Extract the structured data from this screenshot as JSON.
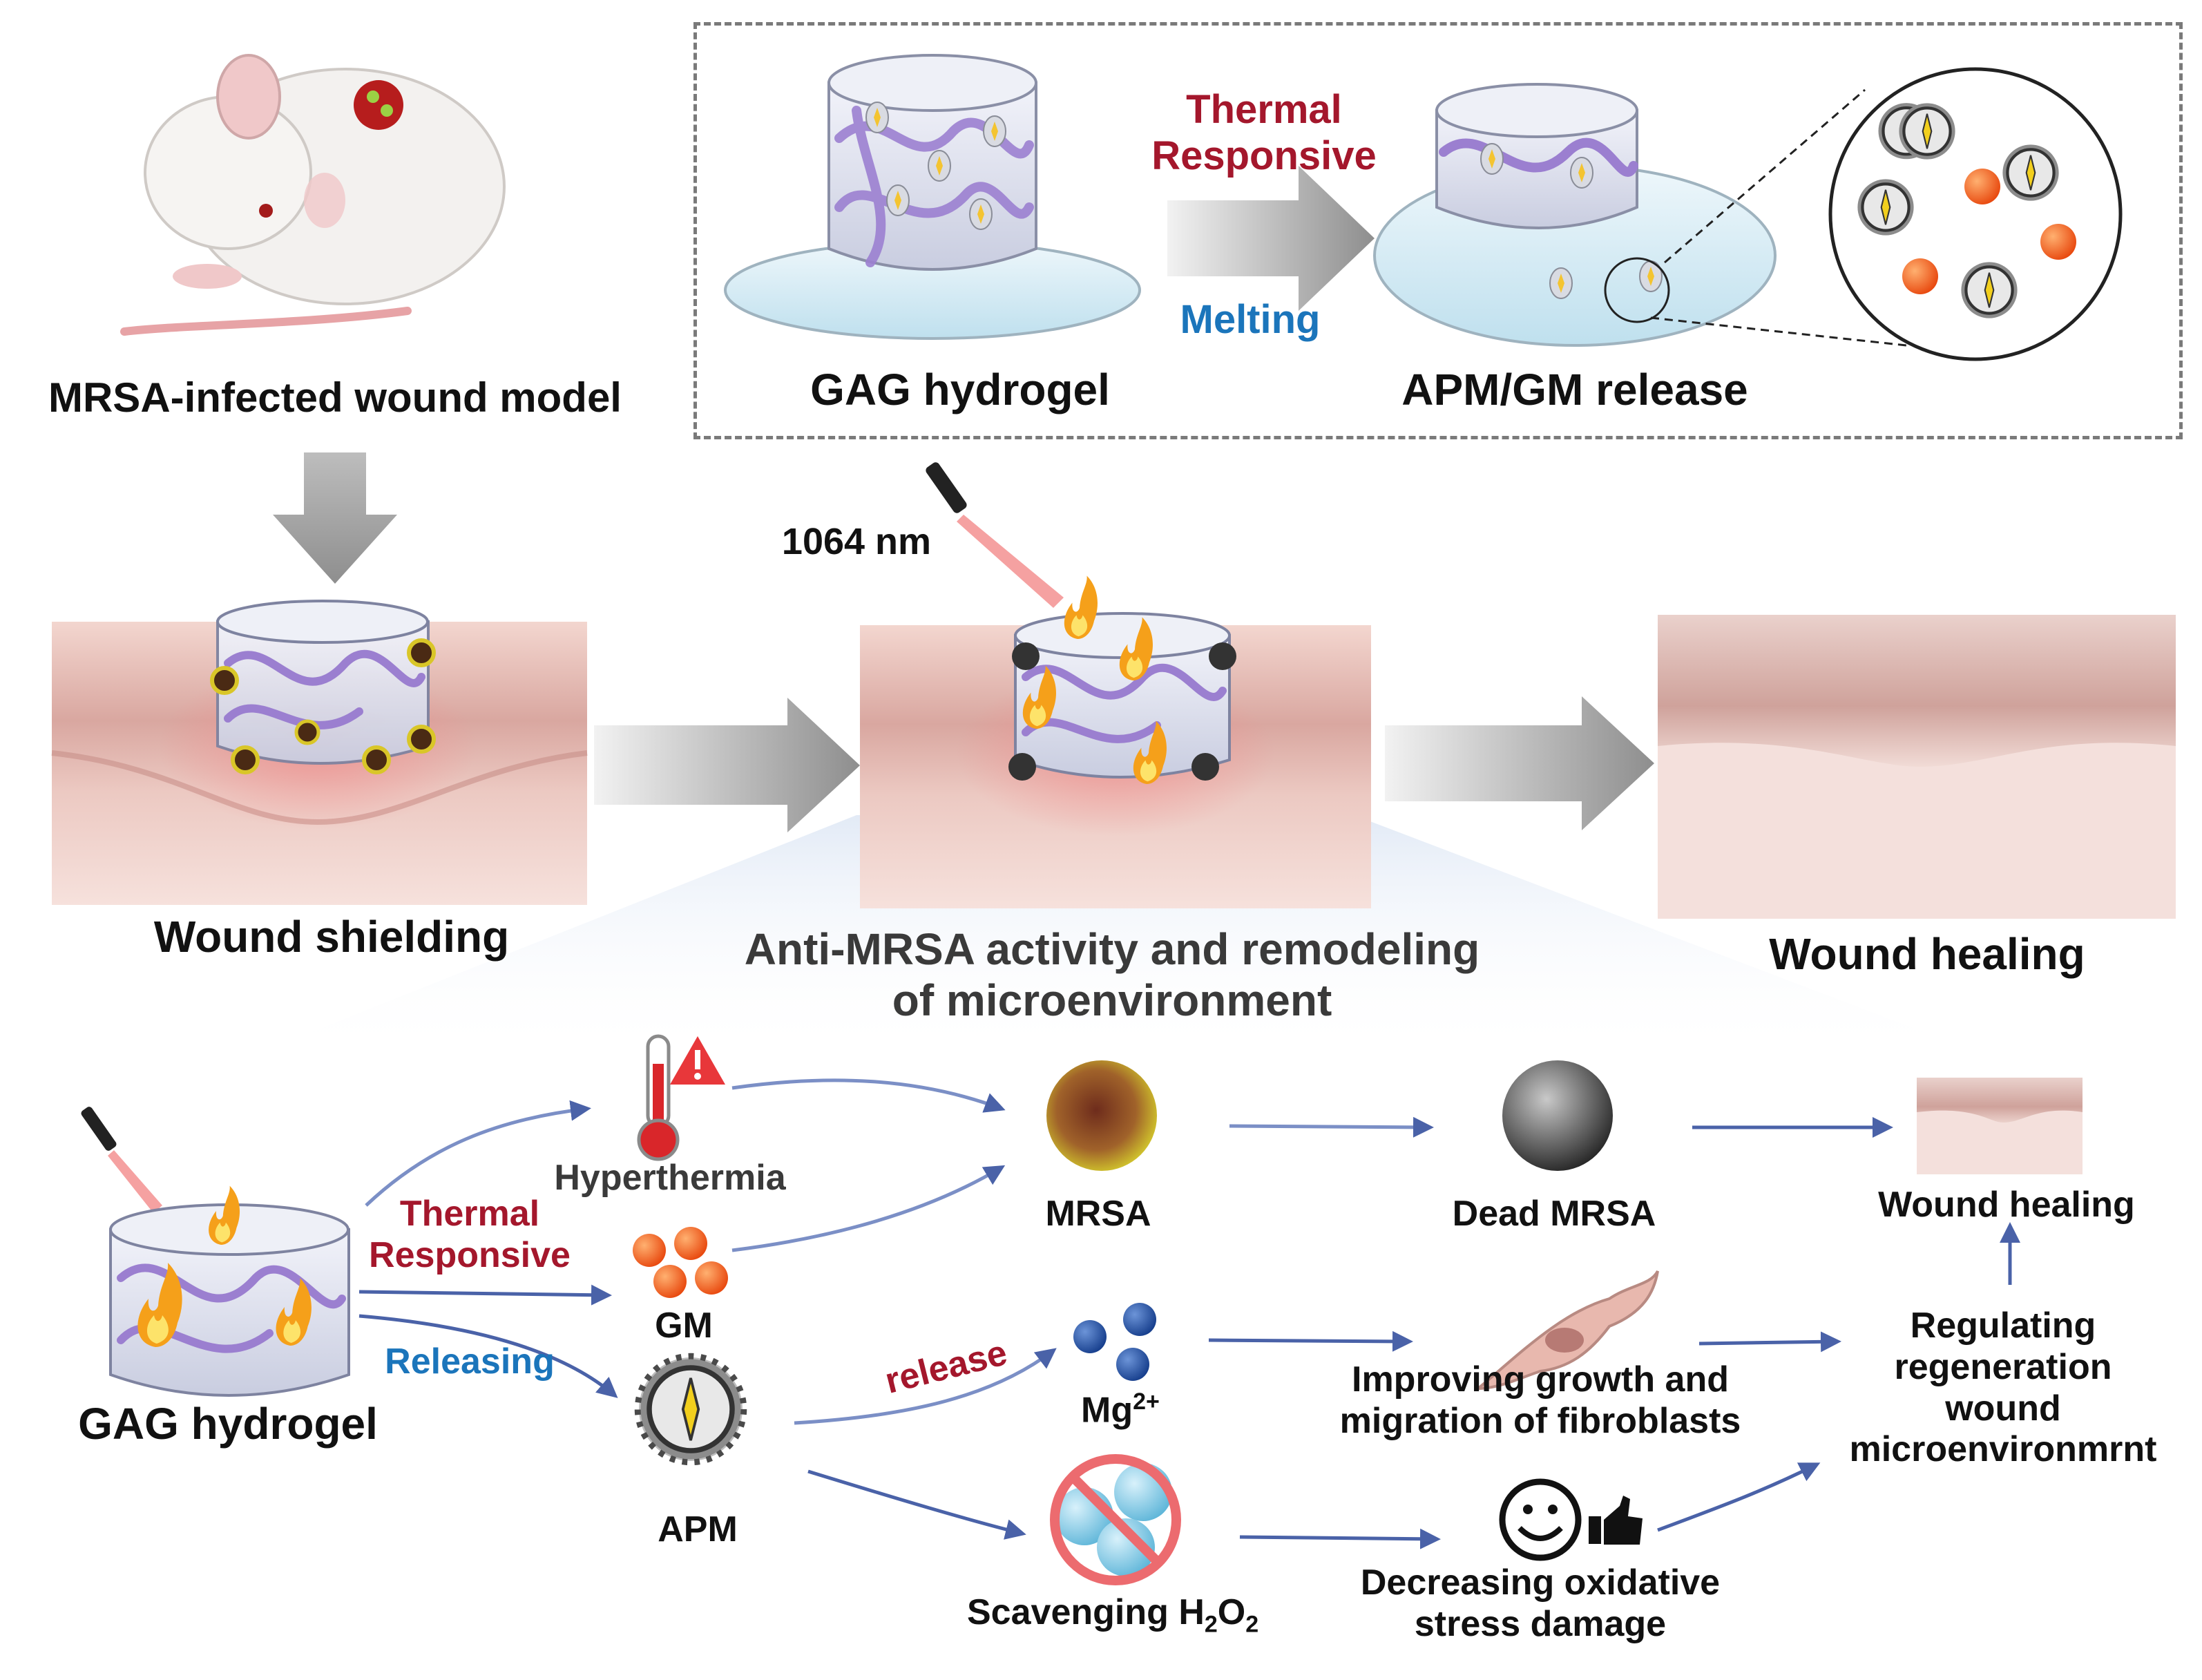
{
  "top_left": {
    "model_label": "MRSA-infected wound model"
  },
  "inset": {
    "hydrogel_label": "GAG hydrogel",
    "thermal_label_line1": "Thermal",
    "thermal_label_line2": "Responsive",
    "melting_label": "Melting",
    "release_label": "APM/GM release"
  },
  "laser": {
    "wavelength_label": "1064 nm"
  },
  "stages": {
    "shielding_label": "Wound shielding",
    "activity_label_line1": "Anti-MRSA activity and remodeling",
    "activity_label_line2": "of microenvironment",
    "healing_label": "Wound healing"
  },
  "mechanism": {
    "hydrogel_label": "GAG hydrogel",
    "thermal_line1": "Thermal",
    "thermal_line2": "Responsive",
    "releasing_label": "Releasing",
    "hyperthermia_label": "Hyperthermia",
    "gm_label": "GM",
    "apm_label": "APM",
    "release_label": "release",
    "mg_label": "Mg",
    "mg_charge": "2+",
    "mrsa_label": "MRSA",
    "dead_mrsa_label": "Dead MRSA",
    "healing_label": "Wound healing",
    "fibro_line1": "Improving growth and",
    "fibro_line2": "migration of fibroblasts",
    "scav_prefix": "Scavenging H",
    "scav_sub1": "2",
    "scav_mid": "O",
    "scav_sub2": "2",
    "oxid_line1": "Decreasing oxidative",
    "oxid_line2": "stress damage",
    "reg_line1": "Regulating",
    "reg_line2": "regeneration",
    "reg_line3": "wound",
    "reg_line4": "microenvironmrnt"
  },
  "colors": {
    "accent_red": "#a4172c",
    "accent_blue": "#1b75bb",
    "hydrogel_purple": "#9b7fd0",
    "gm_orange": "#f05a14",
    "mg_blue": "#1f4fa0",
    "arrow_blue": "#4a62a8",
    "big_arrow_grey": "#9a9a9a",
    "skin_pink": "#e9c0b8"
  }
}
